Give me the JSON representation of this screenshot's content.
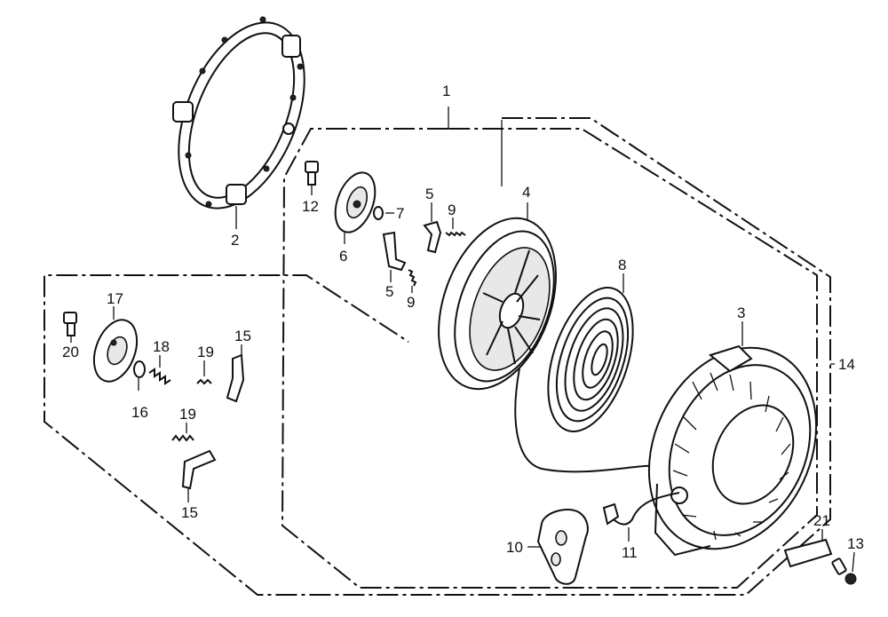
{
  "callouts": {
    "p1": "1",
    "p2": "2",
    "p3": "3",
    "p4": "4",
    "p5a": "5",
    "p5b": "5",
    "p6": "6",
    "p7": "7",
    "p8": "8",
    "p9a": "9",
    "p9b": "9",
    "p10": "10",
    "p11": "11",
    "p12": "12",
    "p13": "13",
    "p14": "14",
    "p15a": "15",
    "p15b": "15",
    "p16": "16",
    "p17": "17",
    "p18": "18",
    "p19a": "19",
    "p19b": "19",
    "p20": "20",
    "p21": "21"
  }
}
